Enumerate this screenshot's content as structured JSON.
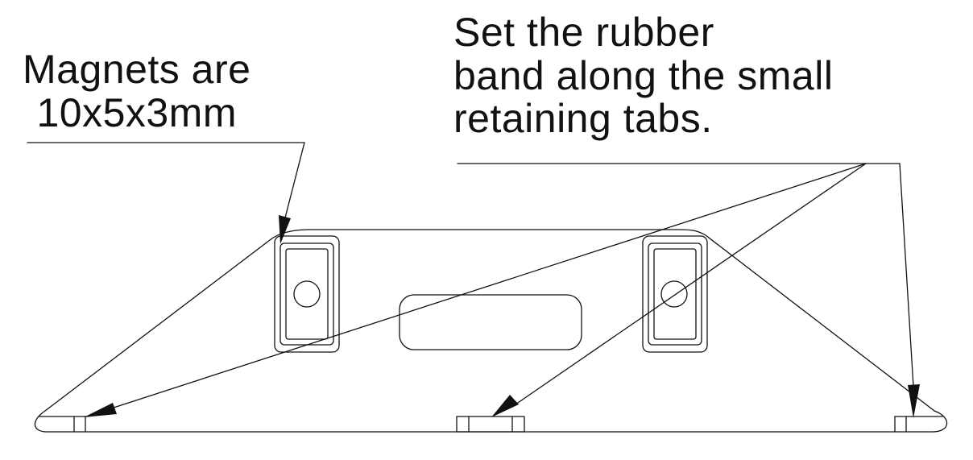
{
  "callouts": {
    "magnets": {
      "line1": "Magnets are",
      "line2": "10x5x3mm"
    },
    "rubber_band": {
      "line1": "Set the rubber",
      "line2": "band along the small",
      "line3": "retaining tabs."
    }
  },
  "colors": {
    "ink": "#111111",
    "background": "#ffffff"
  }
}
